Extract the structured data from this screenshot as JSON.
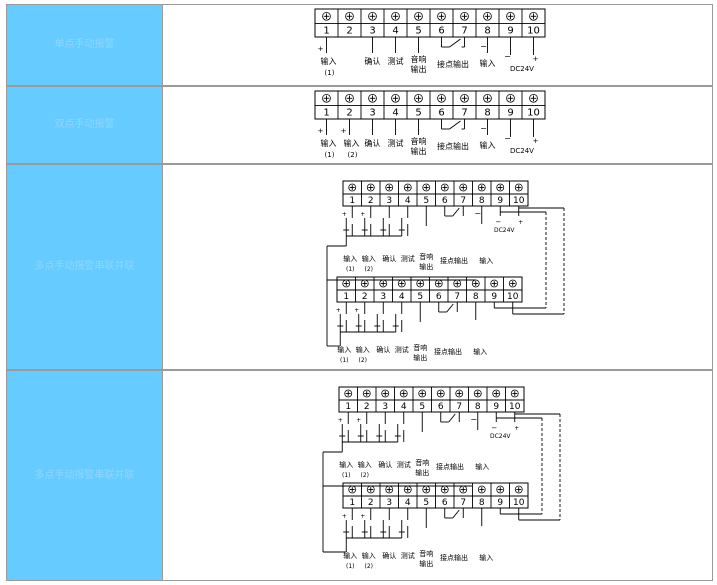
{
  "rows": [
    {
      "label": "单点手动报警",
      "diagram": "single"
    },
    {
      "label": "双点手动报警",
      "diagram": "double"
    },
    {
      "label": "多点手动报警串联并联",
      "diagram": "multi1"
    },
    {
      "label": "多点手动报警串联并联",
      "diagram": "multi2"
    }
  ],
  "terminals": [
    "1",
    "2",
    "3",
    "4",
    "5",
    "6",
    "7",
    "8",
    "9",
    "10"
  ],
  "labels": {
    "input": "输入",
    "input1": "(1)",
    "input2": "(2)",
    "confirm": "确认",
    "test": "测试",
    "sound1": "音响",
    "sound2": "输出",
    "contact": "接点输出",
    "power": "DC24V",
    "plus": "+",
    "minus": "−"
  }
}
